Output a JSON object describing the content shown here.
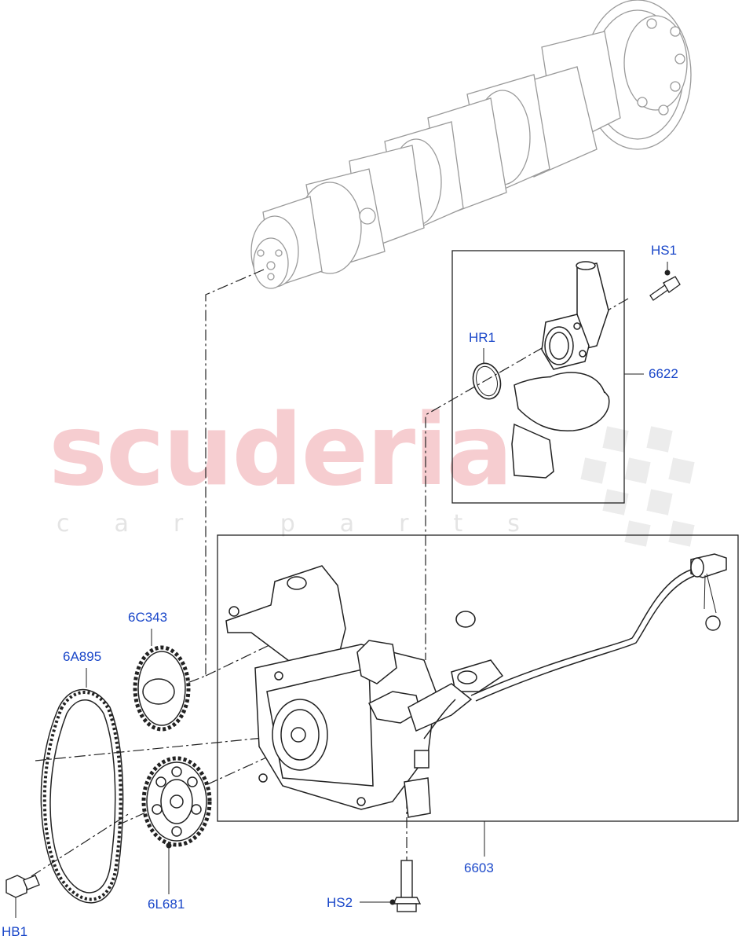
{
  "watermark": {
    "brand": "scuderia",
    "tagline": "car parts"
  },
  "callouts": {
    "hs1": "HS1",
    "hr1": "HR1",
    "p6622": "6622",
    "p6c343": "6C343",
    "p6a895": "6A895",
    "p6l681": "6L681",
    "p6603": "6603",
    "hs2": "HS2",
    "hb1": "HB1"
  },
  "colors": {
    "callout_text": "#1a47c9",
    "line_art": "#222222",
    "ghost_art": "#9a9a9a",
    "watermark_text": "#f6cdd0"
  }
}
